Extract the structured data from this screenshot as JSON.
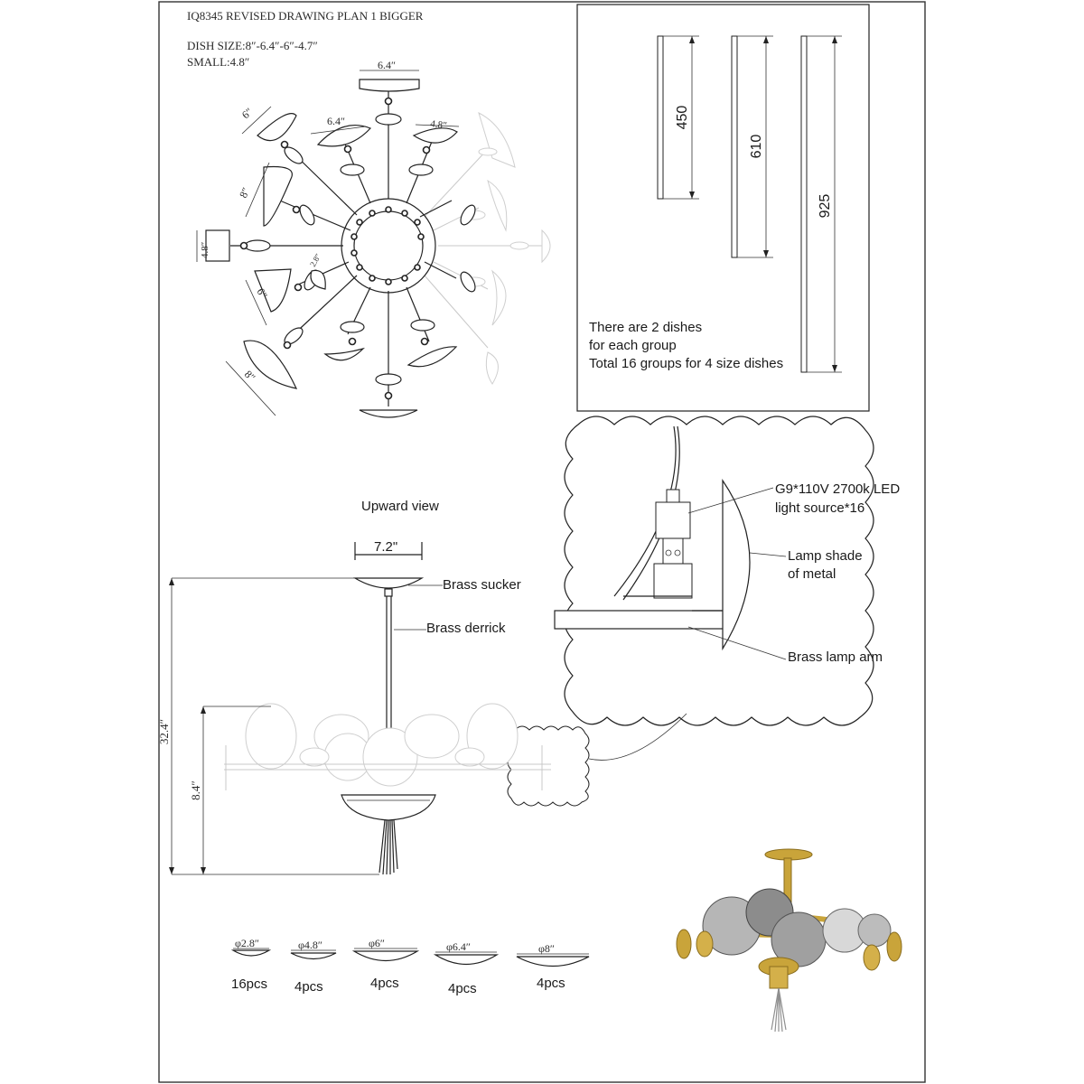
{
  "header": {
    "title": "IQ8345 REVISED DRAWING PLAN 1 BIGGER",
    "dish_sizes": "DISH SIZE:8″-6.4″-6″-4.7″",
    "small": "SMALL:4.8″"
  },
  "top_view": {
    "dims": [
      "6.4″",
      "6.4″",
      "4.8″",
      "6″",
      "8″",
      "4.8″",
      "2.8″",
      "6″",
      "8″"
    ]
  },
  "rods": {
    "lengths": [
      "450",
      "610",
      "925"
    ]
  },
  "note": {
    "line1": "There are 2 dishes",
    "line2": "for each group",
    "line3": "Total 16 groups for 4 size dishes"
  },
  "detail": {
    "light_source_line1": "G9*110V 2700k LED",
    "light_source_line2": "light source*16",
    "shade_line1": "Lamp shade",
    "shade_line2": "of metal",
    "arm": "Brass lamp arm"
  },
  "side_view": {
    "caption": "Upward view",
    "canopy_width": "7.2\"",
    "sucker": "Brass sucker",
    "derrick": "Brass derrick",
    "overall_height": "32.4″",
    "body_height": "8.4″"
  },
  "dish_legend": [
    {
      "size": "φ2.8″",
      "qty": "16pcs"
    },
    {
      "size": "φ4.8″",
      "qty": "4pcs"
    },
    {
      "size": "φ6″",
      "qty": "4pcs"
    },
    {
      "size": "φ6.4″",
      "qty": "4pcs"
    },
    {
      "size": "φ8″",
      "qty": "4pcs"
    }
  ],
  "colors": {
    "brass": "#c9a43a",
    "silver": "#9a9a9a",
    "line": "#222222"
  }
}
